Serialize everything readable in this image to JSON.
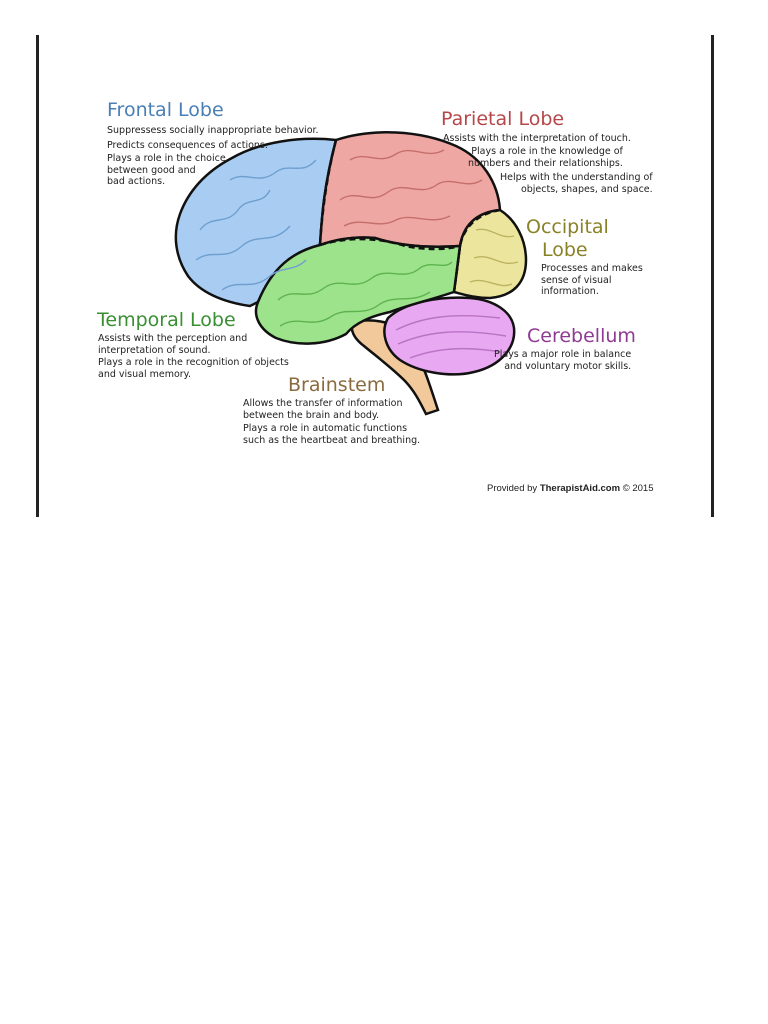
{
  "colors": {
    "frontal": "#4a7fb5",
    "parietal": "#b5474a",
    "occipital": "#8a8227",
    "temporal": "#3a8f33",
    "cerebellum": "#8f3b93",
    "brainstem": "#8a6a3f",
    "frontal_fill": "#a9cdf2",
    "parietal_fill": "#efa7a3",
    "occipital_fill": "#ece59e",
    "temporal_fill": "#9de38b",
    "cerebellum_fill": "#e9a8f2",
    "brainstem_fill": "#f2c99a"
  },
  "lobes": {
    "frontal": {
      "title": "Frontal Lobe",
      "lines": [
        "Suppressess socially inappropriate behavior.",
        "Predicts consequences of actions.",
        "Plays a role in the choice\nbetween good and\nbad actions."
      ]
    },
    "parietal": {
      "title": "Parietal Lobe",
      "lines": [
        "Assists with the interpretation of touch.",
        "Plays a role in the knowledge of\nnumbers and their relationships.",
        "Helps with the understanding of\nobjects, shapes, and space."
      ]
    },
    "occipital": {
      "title_line1": "Occipital",
      "title_line2": "Lobe",
      "lines": [
        "Processes and makes\nsense of visual\ninformation."
      ]
    },
    "temporal": {
      "title": "Temporal Lobe",
      "lines": [
        "Assists with the perception and\ninterpretation of sound.",
        "Plays a role in the recognition of objects\nand visual memory."
      ]
    },
    "cerebellum": {
      "title": "Cerebellum",
      "lines": [
        "Plays a major role in balance\nand voluntary motor skills."
      ]
    },
    "brainstem": {
      "title": "Brainstem",
      "lines": [
        "Allows the transfer of information\nbetween the brain and body.",
        "Plays a role in automatic functions\nsuch as the heartbeat and breathing."
      ]
    }
  },
  "footer": {
    "prefix": "Provided by ",
    "brand": "TherapistAid.com",
    "suffix": " © 2015"
  }
}
